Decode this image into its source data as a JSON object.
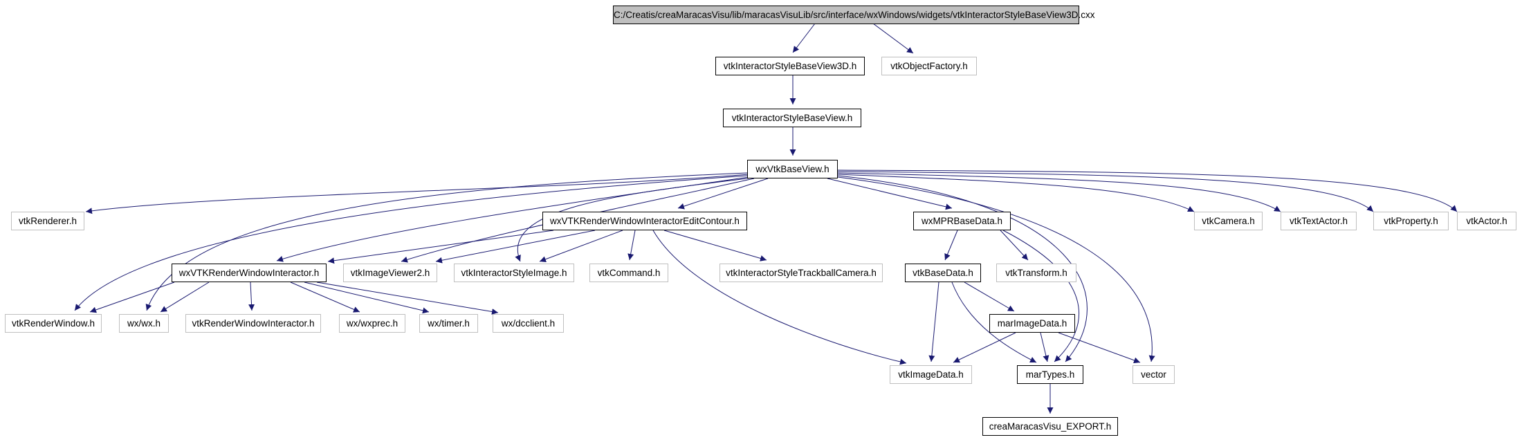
{
  "title": "C:/Creatis/creaMaracasVisu/lib/maracasVisuLib/src/interface/wxWindows/widgets/vtkInteractorStyleBaseView3D.cxx",
  "colors": {
    "edge": "#191970",
    "external_border": "#bfbfbf",
    "documented_border": "#000000",
    "root_fill": "#bfbfbf"
  },
  "nodes": {
    "root": "C:/Creatis/creaMaracasVisu/lib/maracasVisuLib/src/interface/wxWindows/widgets/vtkInteractorStyleBaseView3D.cxx",
    "isbv3d": "vtkInteractorStyleBaseView3D.h",
    "objfactory": "vtkObjectFactory.h",
    "isbv": "vtkInteractorStyleBaseView.h",
    "wxvtkbase": "wxVtkBaseView.h",
    "renderer": "vtkRenderer.h",
    "editcontour": "wxVTKRenderWindowInteractorEditContour.h",
    "mprbase": "wxMPRBaseData.h",
    "camera": "vtkCamera.h",
    "textactor": "vtkTextActor.h",
    "property": "vtkProperty.h",
    "actor": "vtkActor.h",
    "wxvtkrwi": "wxVTKRenderWindowInteractor.h",
    "imageviewer2": "vtkImageViewer2.h",
    "isimage": "vtkInteractorStyleImage.h",
    "command": "vtkCommand.h",
    "trackball": "vtkInteractorStyleTrackballCamera.h",
    "basedata": "vtkBaseData.h",
    "transform": "vtkTransform.h",
    "renderwindow": "vtkRenderWindow.h",
    "wxwx": "wx/wx.h",
    "vtkrwi": "vtkRenderWindowInteractor.h",
    "wxprec": "wx/wxprec.h",
    "timer": "wx/timer.h",
    "dcclient": "wx/dcclient.h",
    "marimagedata": "marImageData.h",
    "imagedata": "vtkImageData.h",
    "martypes": "marTypes.h",
    "vector": "vector",
    "export": "creaMaracasVisu_EXPORT.h"
  }
}
